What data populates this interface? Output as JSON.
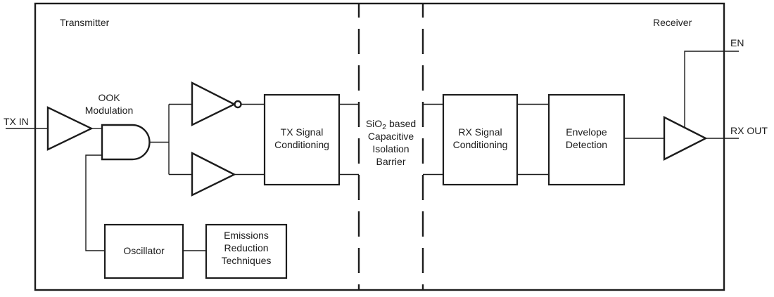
{
  "diagram": {
    "title_labels": {
      "transmitter": "Transmitter",
      "receiver": "Receiver"
    },
    "ports": {
      "tx_in": "TX IN",
      "en": "EN",
      "rx_out": "RX OUT"
    },
    "ook_modulation": {
      "line1": "OOK",
      "line2": "Modulation"
    },
    "blocks": {
      "tx_signal_conditioning": {
        "line1": "TX Signal",
        "line2": "Conditioning"
      },
      "rx_signal_conditioning": {
        "line1": "RX Signal",
        "line2": "Conditioning"
      },
      "envelope_detection": {
        "line1": "Envelope",
        "line2": "Detection"
      },
      "oscillator": {
        "line1": "Oscillator"
      },
      "emissions_reduction": {
        "line1": "Emissions",
        "line2": "Reduction",
        "line3": "Techniques"
      }
    },
    "isolation_barrier": {
      "line1_prefix": "SiO",
      "line1_sub": "2",
      "line1_suffix": "based",
      "line2": "Capacitive",
      "line3": "Isolation",
      "line4": "Barrier"
    },
    "colors": {
      "stroke": "#1c1c1c",
      "background": "#ffffff"
    }
  }
}
